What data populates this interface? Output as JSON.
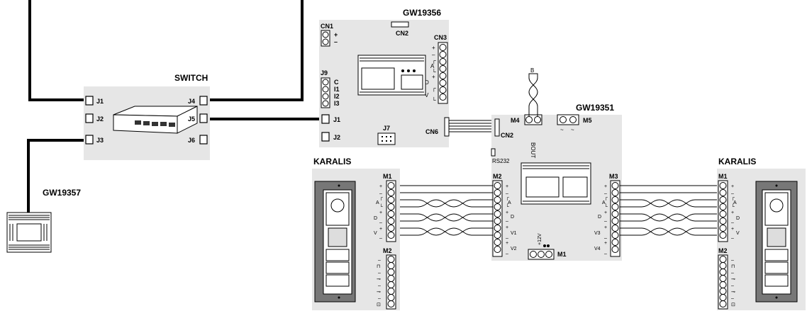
{
  "labels": {
    "gw19356": "GW19356",
    "gw19351": "GW19351",
    "gw19357": "GW19357",
    "switch": "SWITCH",
    "karalis_left": "KARALIS",
    "karalis_right": "KARALIS"
  },
  "switch_ports": {
    "j1": "J1",
    "j2": "J2",
    "j3": "J3",
    "j4": "J4",
    "j5": "J5",
    "j6": "J6"
  },
  "gw19356_ports": {
    "cn1": "CN1",
    "cn2": "CN2",
    "cn3": "CN3",
    "j9": "J9",
    "j1": "J1",
    "j2": "J2",
    "j7": "J7",
    "cn6": "CN6",
    "cn1_pins": [
      "+",
      "–"
    ],
    "cn3_pins": [
      "+",
      "–",
      "┌",
      "A",
      "└",
      "+",
      "D",
      "┌",
      "V",
      "└"
    ],
    "j9_pins": [
      "C",
      "I1",
      "I2",
      "I3"
    ]
  },
  "gw19351_ports": {
    "cn2": "CN2",
    "m4": "M4",
    "m5": "M5",
    "rs232": "RS232",
    "m1": "M1",
    "m2": "M2",
    "m3": "M3",
    "bout": "BOUT",
    "b": "B",
    "m1_pins": "+12V",
    "m2_pins": [
      "+",
      "–",
      "┌",
      "A",
      "└",
      "+",
      "D",
      "–",
      "+",
      "V1",
      "–",
      "+",
      "V2",
      "–"
    ],
    "m3_pins": [
      "+",
      "–",
      "┌",
      "A",
      "└",
      "+",
      "D",
      "–",
      "+",
      "V3",
      "–",
      "+",
      "V4",
      "–"
    ]
  },
  "karalis": {
    "m1": "M1",
    "m2": "M2",
    "m1_pins": [
      "+",
      "–",
      "┌",
      "A",
      "└",
      "+",
      "D",
      "–",
      "+",
      "V",
      "–"
    ],
    "m2_pins": [
      "–",
      "⊓",
      "–",
      "⊸",
      "–",
      "⊸",
      "–",
      "⊡"
    ]
  }
}
